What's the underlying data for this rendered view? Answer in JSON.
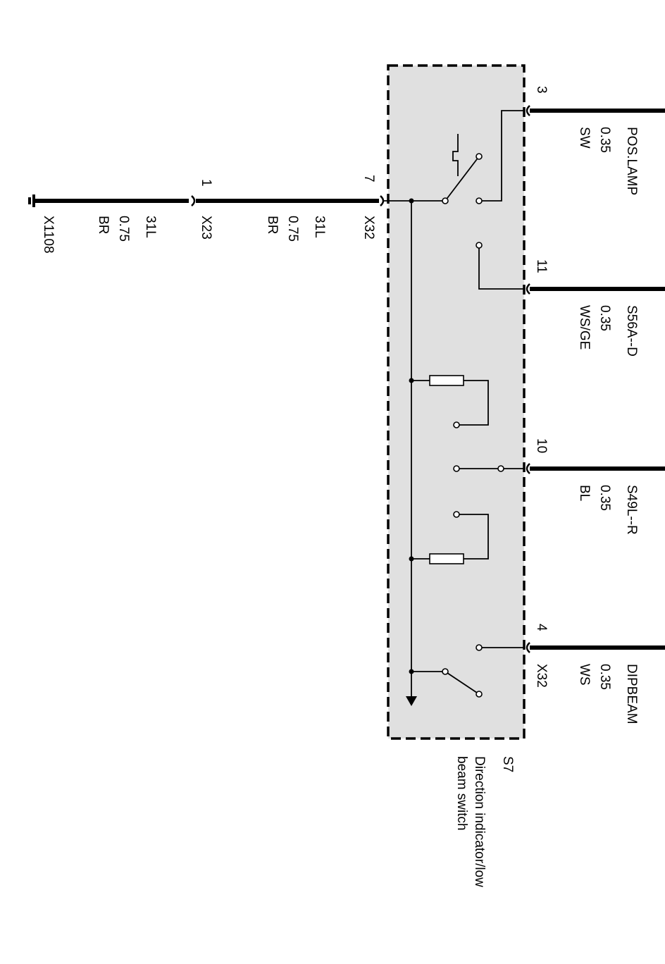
{
  "component": {
    "id": "S7",
    "desc_line1": "Direction indicator/low",
    "desc_line2": "beam  switch",
    "fill_color": "#e0e0e0"
  },
  "left": {
    "connector_x32": "X32",
    "pin_x32": "7",
    "wire1": {
      "circuit": "31L",
      "size": "0.75",
      "color": "BR"
    },
    "connector_x23": "X23",
    "pin_x23": "1",
    "wire2": {
      "circuit": "31L",
      "size": "0.75",
      "color": "BR"
    },
    "ground": "X1108"
  },
  "right": {
    "connector_x32": "X32",
    "pins": [
      {
        "pin": "3",
        "circuit": "POS.LAMP",
        "size": "0.35",
        "color": "SW"
      },
      {
        "pin": "11",
        "circuit": "S56A--D",
        "size": "0.35",
        "color": "WS/GE"
      },
      {
        "pin": "10",
        "circuit": "S49L--R",
        "size": "0.35",
        "color": "BL"
      },
      {
        "pin": "4",
        "circuit": "DIPBEAM",
        "size": "0.35",
        "color": "WS"
      }
    ]
  }
}
